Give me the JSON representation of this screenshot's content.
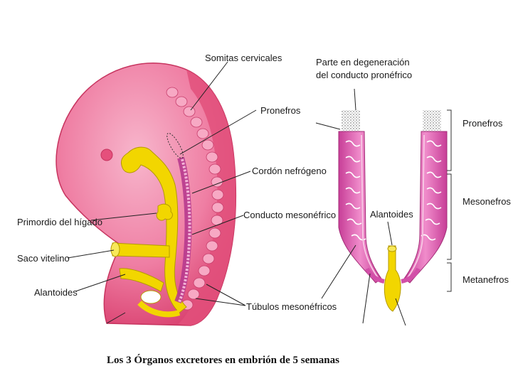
{
  "labels": {
    "somitas": "Somitas cervicales",
    "pronefros_left": "Pronefros",
    "cordon": "Cordón nefrógeno",
    "conducto": "Conducto mesonéfrico",
    "tubulos": "Túbulos mesonéfricos",
    "primordio": "Primordio del hígado",
    "saco": "Saco vitelino",
    "alantoides_left": "Alantoides",
    "degeneracion_1": "Parte en degeneración",
    "degeneracion_2": "del conducto pronéfrico",
    "alantoides_right": "Alantoides",
    "pronefros_right": "Pronefros",
    "mesonefros": "Mesonefros",
    "metanefros": "Metanefros"
  },
  "caption": "Los 3 Órganos excretores en embrión de 5 semanas",
  "colors": {
    "embryo_pink": "#e85f8c",
    "embryo_light": "#f4a3c0",
    "yolk_yellow": "#f2d600",
    "duct_magenta": "#d24fa8",
    "duct_light": "#f2b7d8"
  }
}
